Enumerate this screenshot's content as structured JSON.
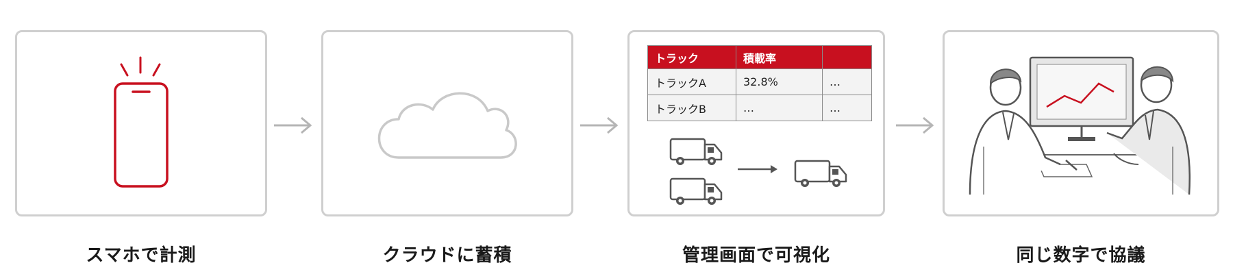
{
  "steps": [
    {
      "caption": "スマホで計測",
      "icon": "smartphone-icon"
    },
    {
      "caption": "クラウドに蓄積",
      "icon": "cloud-icon"
    },
    {
      "caption": "管理画面で可視化",
      "icon": "dashboard-icon"
    },
    {
      "caption": "同じ数字で協議",
      "icon": "meeting-icon"
    }
  ],
  "table": {
    "headers": [
      "トラック",
      "積載率",
      ""
    ],
    "rows": [
      [
        "トラックA",
        "32.8%",
        "…"
      ],
      [
        "トラックB",
        "…",
        "…"
      ]
    ]
  },
  "colors": {
    "accent": "#c8101f",
    "border": "#cfcfcf",
    "line": "#555555"
  }
}
